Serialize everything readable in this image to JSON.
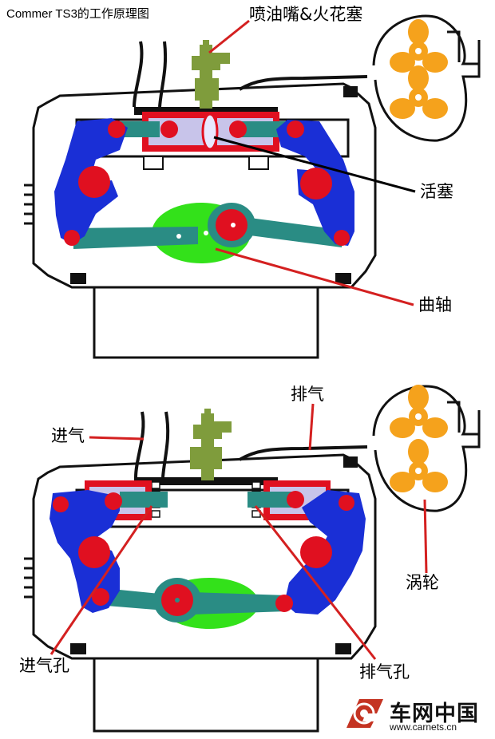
{
  "title": "Commer TS3的工作原理图",
  "labels": {
    "injector_spark": "喷油嘴&火花塞",
    "piston": "活塞",
    "crankshaft": "曲轴",
    "exhaust": "排气",
    "intake": "进气",
    "turbo": "涡轮",
    "intake_port": "进气孔",
    "exhaust_port": "排气孔"
  },
  "brand": {
    "name": "车网中国",
    "url": "www.carnets.cn"
  },
  "colors": {
    "outline": "#111111",
    "rocker": "#1a2fd6",
    "pivot": "#e01020",
    "rod": "#2a8c84",
    "crank": "#33e11a",
    "turbo": "#f5a21c",
    "injector": "#7f9c3c",
    "chamber": "#c8c4ea",
    "leader": "#d42020",
    "leader_dark": "#000000"
  }
}
